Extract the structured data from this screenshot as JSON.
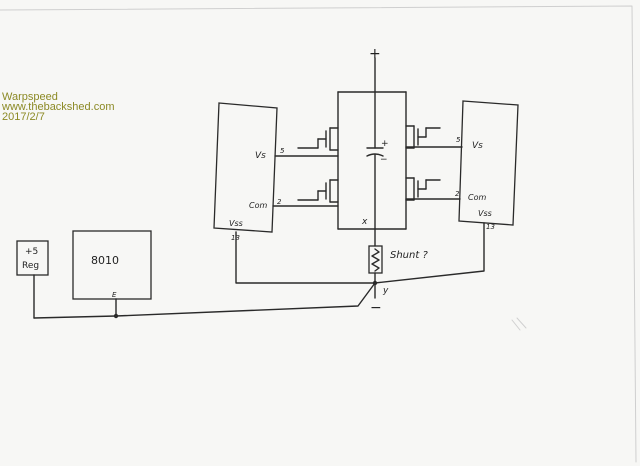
{
  "watermark": {
    "name": "Warpspeed",
    "site": "www.thebackshed.com",
    "date": "2017/2/7"
  },
  "labels": {
    "plus_supply": "+",
    "minus_supply": "−",
    "left_vs": "Vs",
    "left_vs_pin": "5",
    "left_com": "Com",
    "left_com_pin": "2",
    "left_vss": "Vss",
    "left_vss_pin": "13",
    "right_vs": "Vs",
    "right_vs_pin": "5",
    "right_com": "Com",
    "right_com_pin": "2",
    "right_vss": "Vss",
    "right_vss_pin": "13",
    "reg_line1": "+5",
    "reg_line2": "Reg",
    "chip": "8010",
    "chip_pin": "E",
    "node_x": "x",
    "node_y": "y",
    "shunt": "Shunt ?",
    "cap_plus": "+",
    "cap_minus": "−"
  }
}
